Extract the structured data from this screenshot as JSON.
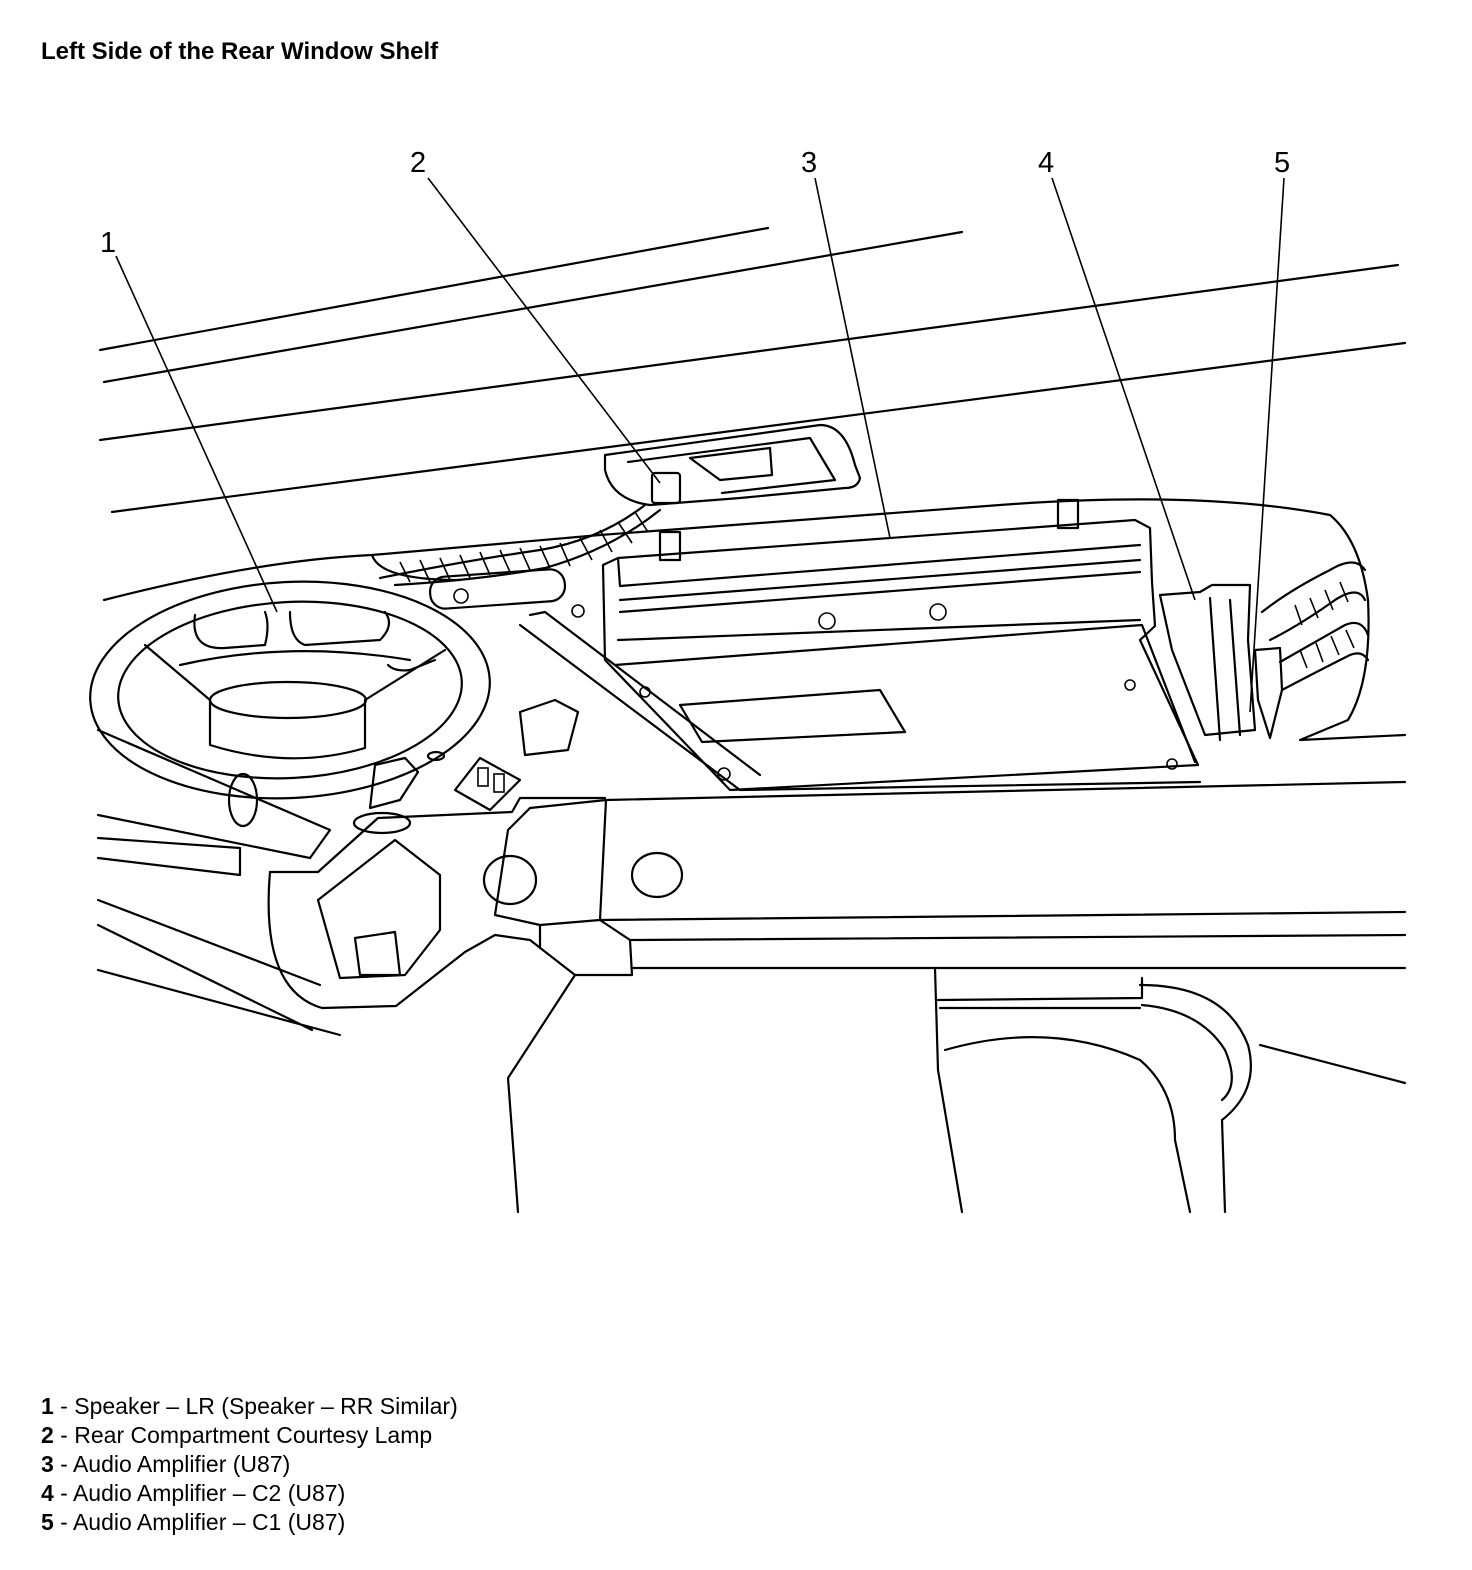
{
  "title": "Left Side of the Rear Window Shelf",
  "callouts": [
    {
      "number": "1",
      "label": "Speaker – LR (Speaker – RR Similar)"
    },
    {
      "number": "2",
      "label": "Rear Compartment Courtesy Lamp"
    },
    {
      "number": "3",
      "label": "Audio Amplifier (U87)"
    },
    {
      "number": "4",
      "label": "Audio Amplifier – C2 (U87)"
    },
    {
      "number": "5",
      "label": "Audio Amplifier – C1 (U87)"
    }
  ],
  "legend_separator": " - "
}
